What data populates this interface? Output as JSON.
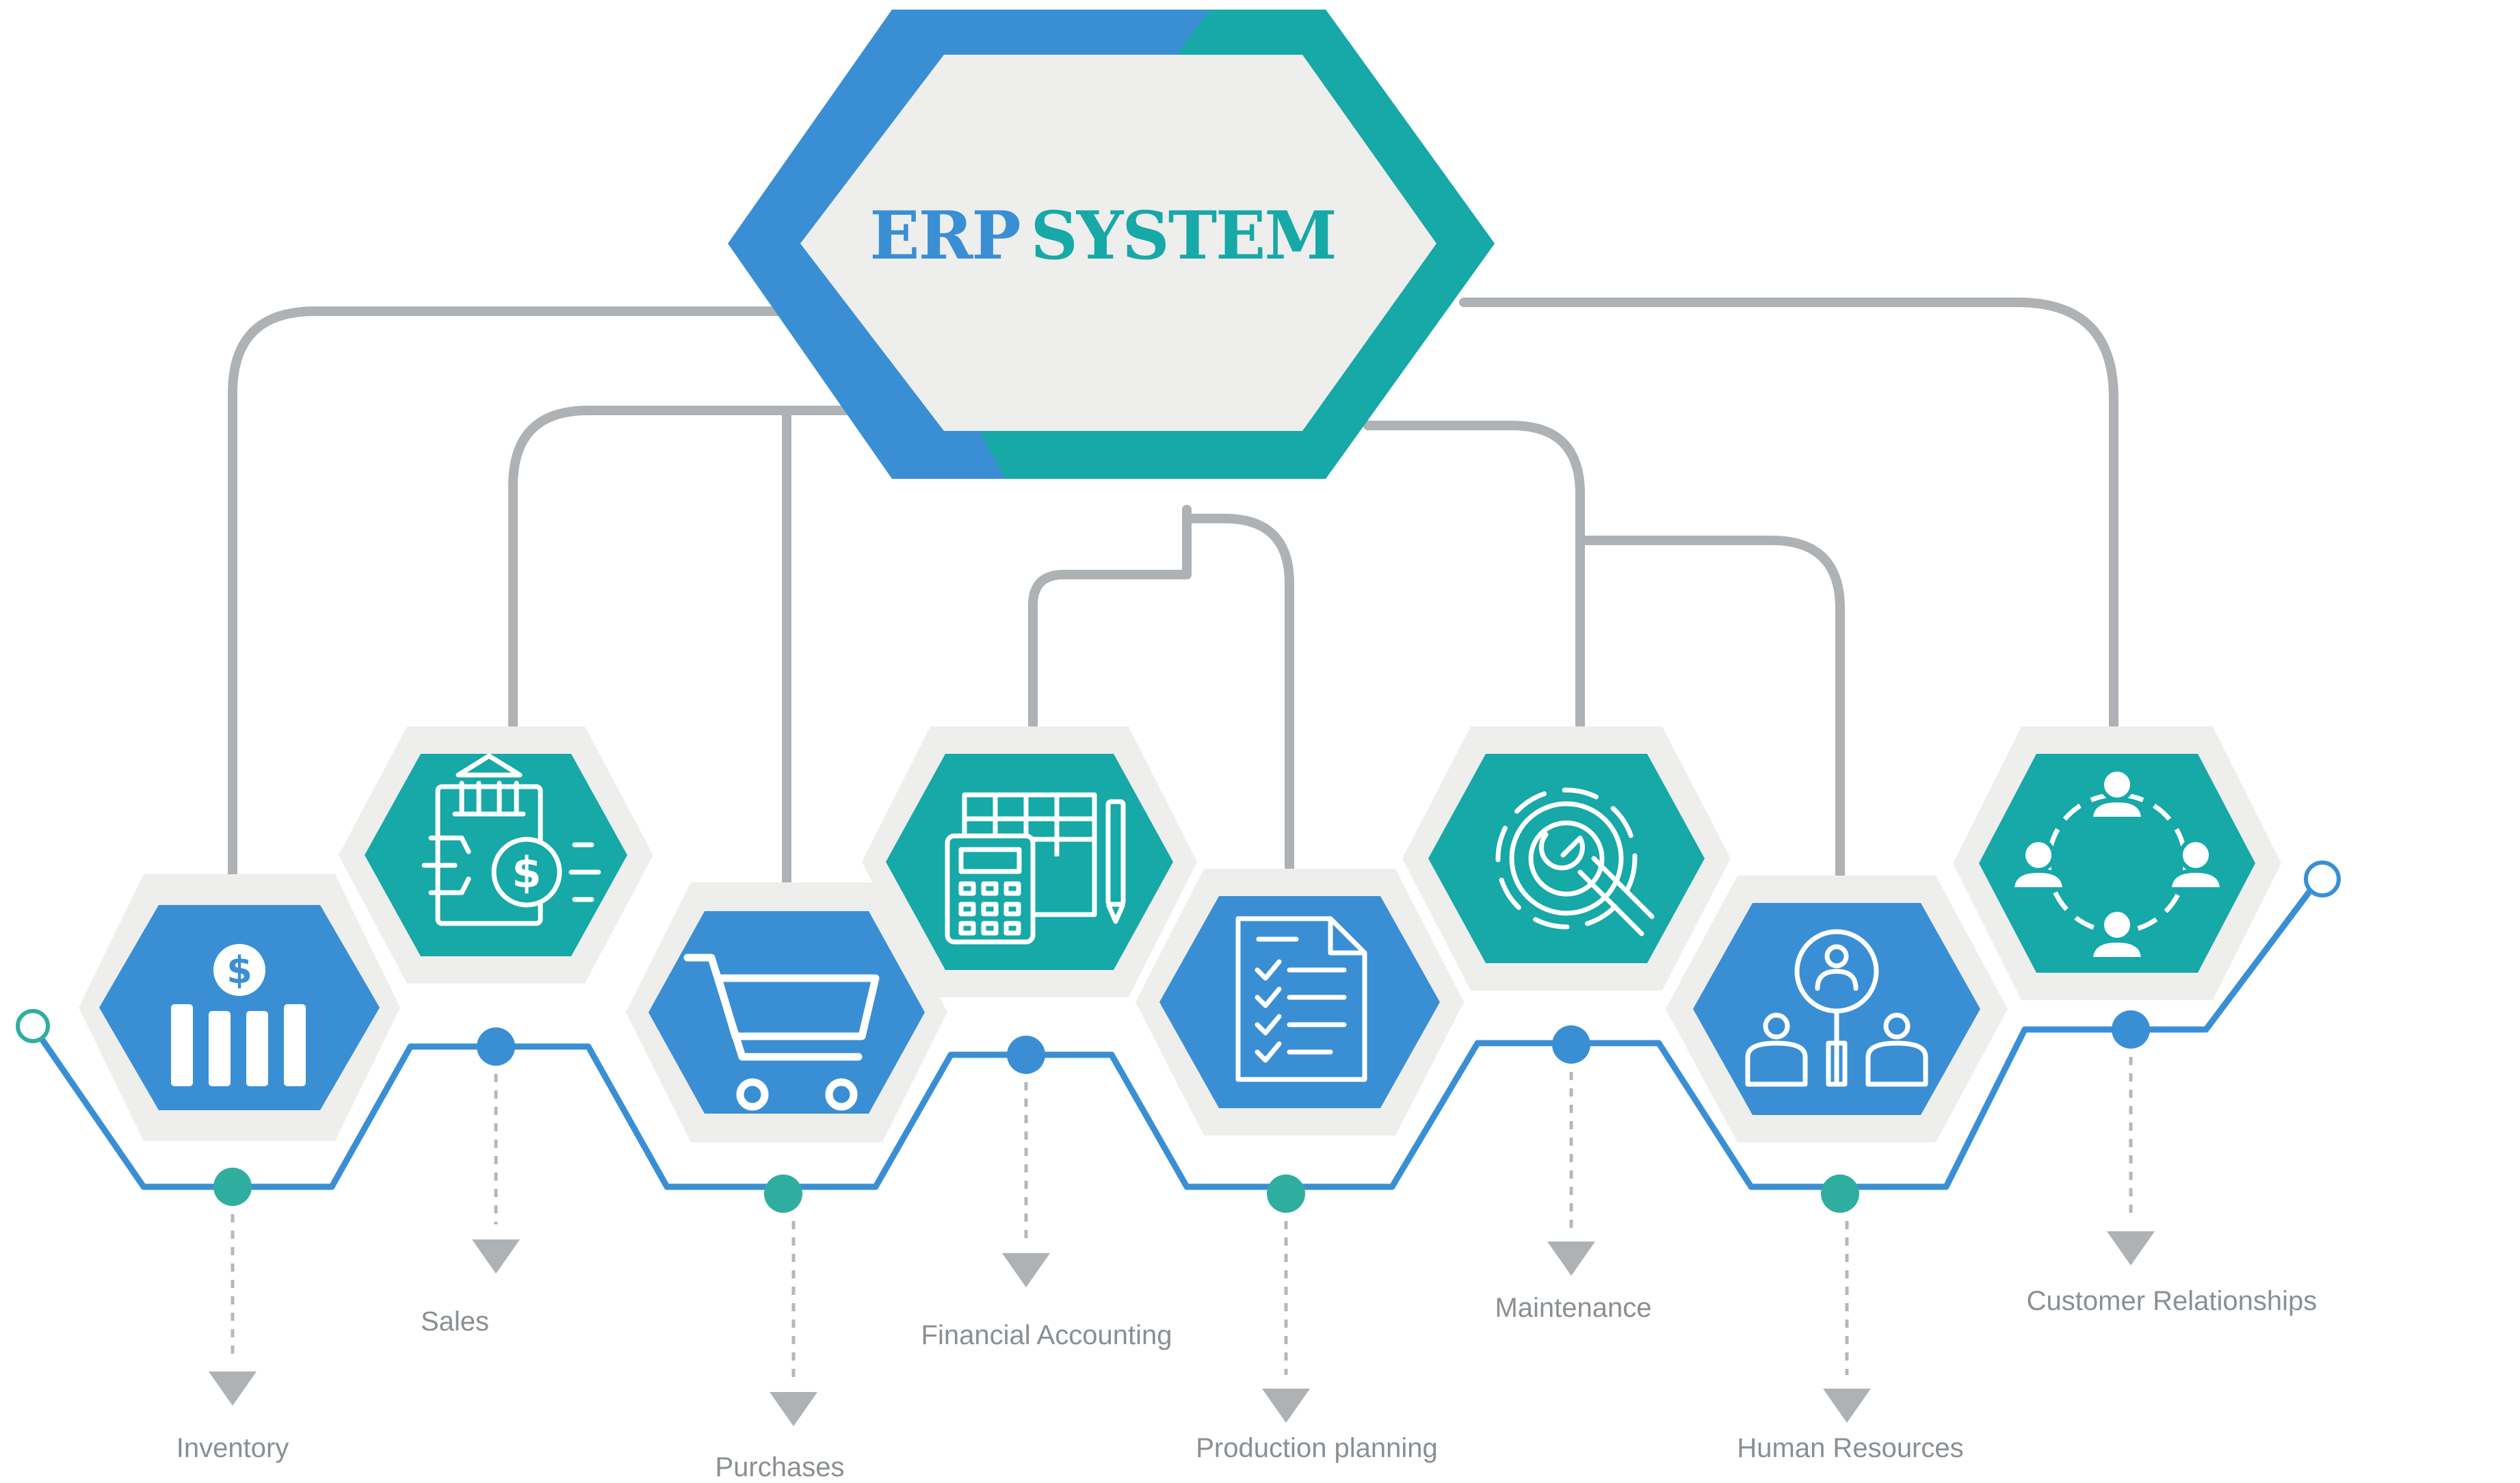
{
  "title": {
    "part1": "ERP",
    "part2": "SYSTEM"
  },
  "colors": {
    "blue": "#3a8fd4",
    "teal": "#17a8a8",
    "connector": "#aeb2b5",
    "hex_frame": "#eeeeec",
    "dot_teal": "#2fae9f",
    "dot_blue": "#3a8fd4",
    "label": "#8a8f93"
  },
  "modules": [
    {
      "label": "Inventory",
      "icon": "dollar-bars-icon",
      "color": "blue"
    },
    {
      "label": "Sales",
      "icon": "bank-money-exchange-icon",
      "color": "teal"
    },
    {
      "label": "Purchases",
      "icon": "shopping-cart-icon",
      "color": "blue"
    },
    {
      "label": "Financial Accounting",
      "icon": "calculator-spreadsheet-icon",
      "color": "teal"
    },
    {
      "label": "Production planning",
      "icon": "checklist-document-icon",
      "color": "blue"
    },
    {
      "label": "Maintenance",
      "icon": "gear-wrench-icon",
      "color": "teal"
    },
    {
      "label": "Human Resources",
      "icon": "hr-search-people-icon",
      "color": "blue"
    },
    {
      "label": "Customer Relationships",
      "icon": "people-network-icon",
      "color": "teal"
    }
  ]
}
